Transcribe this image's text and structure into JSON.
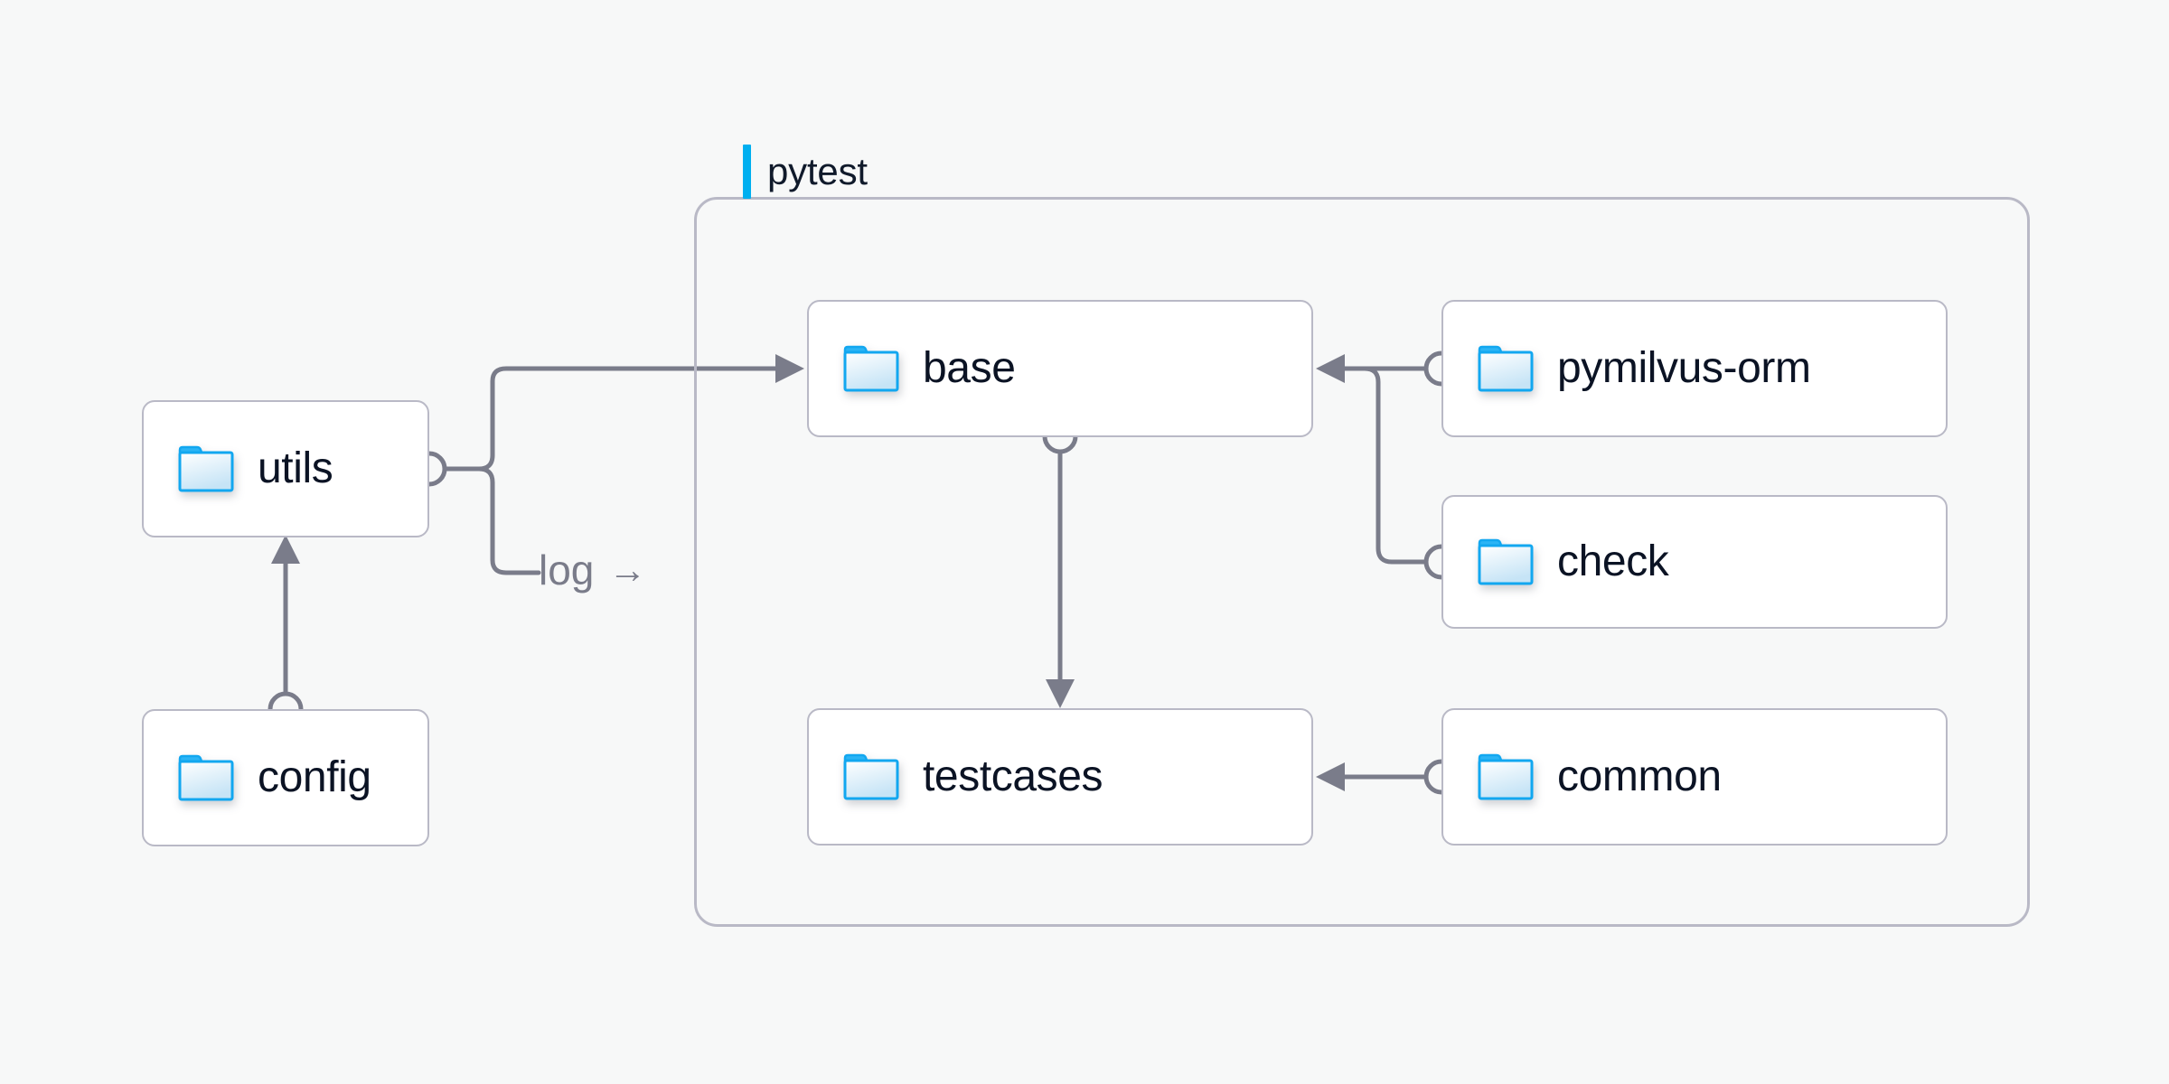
{
  "diagram": {
    "background_color": "#f7f8f8",
    "accent_color": "#00AFF0",
    "connector_color": "#7a7c8a",
    "card_border_color": "#b9b9c6",
    "label_color": "#0b1324"
  },
  "group": {
    "title": "pytest",
    "accent_color": "#00AFF0"
  },
  "nodes": [
    {
      "id": "utils",
      "label": "utils",
      "icon": "folder-icon"
    },
    {
      "id": "config",
      "label": "config",
      "icon": "folder-icon"
    },
    {
      "id": "base",
      "label": "base",
      "icon": "folder-icon"
    },
    {
      "id": "testcases",
      "label": "testcases",
      "icon": "folder-icon"
    },
    {
      "id": "pymilvus-orm",
      "label": "pymilvus-orm",
      "icon": "folder-icon"
    },
    {
      "id": "check",
      "label": "check",
      "icon": "folder-icon"
    },
    {
      "id": "common",
      "label": "common",
      "icon": "folder-icon"
    }
  ],
  "edges": [
    {
      "id": "config-to-utils",
      "from": "config",
      "to": "utils",
      "label": ""
    },
    {
      "id": "utils-to-base",
      "from": "utils",
      "to": "base",
      "label": ""
    },
    {
      "id": "utils-log",
      "from": "utils",
      "to": "pytest",
      "label": "log"
    },
    {
      "id": "base-to-testcases",
      "from": "base",
      "to": "testcases",
      "label": ""
    },
    {
      "id": "pymilvus-orm-to-base",
      "from": "pymilvus-orm",
      "to": "base",
      "label": ""
    },
    {
      "id": "check-to-base",
      "from": "check",
      "to": "base",
      "label": ""
    },
    {
      "id": "common-to-testcases",
      "from": "common",
      "to": "testcases",
      "label": ""
    }
  ]
}
